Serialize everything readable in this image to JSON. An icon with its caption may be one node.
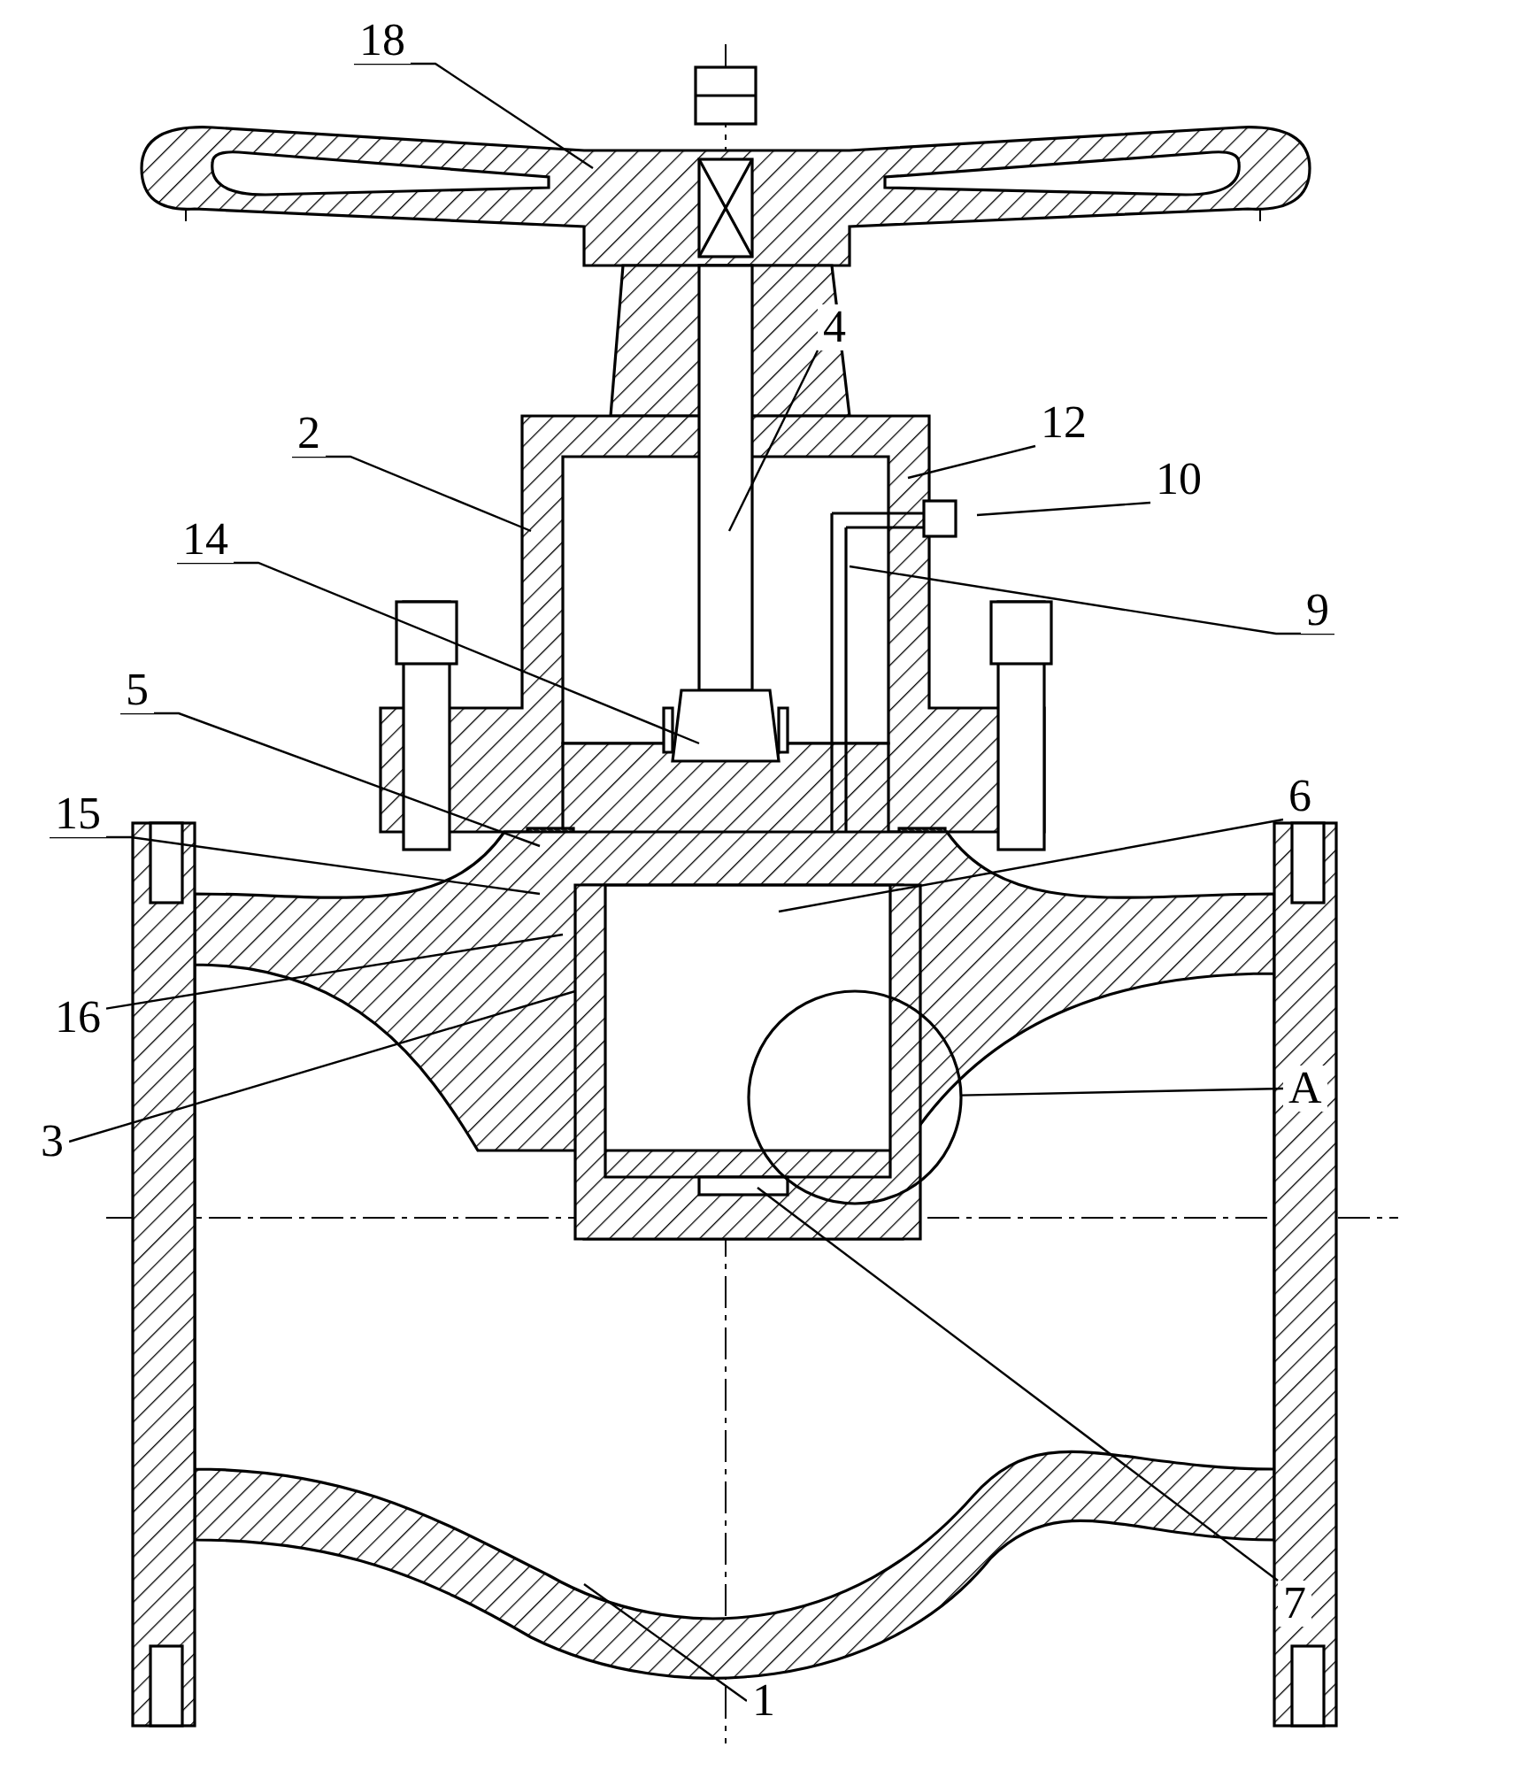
{
  "diagram": {
    "nodes": [
      {
        "text": [
          "18"
        ]
      },
      {
        "text": [
          "4"
        ]
      },
      {
        "text": [
          "2"
        ]
      },
      {
        "text": [
          "12"
        ]
      },
      {
        "text": [
          "10"
        ]
      },
      {
        "text": [
          "14"
        ]
      },
      {
        "text": [
          "9"
        ]
      },
      {
        "text": [
          "5"
        ]
      },
      {
        "text": [
          "6"
        ]
      },
      {
        "text": [
          "15"
        ]
      },
      {
        "text": [
          "16"
        ]
      },
      {
        "text": [
          "A"
        ]
      },
      {
        "text": [
          "3"
        ]
      },
      {
        "text": [
          "7"
        ]
      },
      {
        "text": [
          "1"
        ]
      },
      {
        "text": [],
        "shape": "circle"
      }
    ],
    "edges": [
      {
        "from": 0,
        "to": null,
        "arrow": "none"
      },
      {
        "from": 1,
        "to": null,
        "arrow": "none"
      },
      {
        "from": 2,
        "to": null,
        "arrow": "none"
      },
      {
        "from": 3,
        "to": null,
        "arrow": "none"
      },
      {
        "from": 4,
        "to": null,
        "arrow": "none"
      },
      {
        "from": 5,
        "to": null,
        "arrow": "none"
      },
      {
        "from": 6,
        "to": null,
        "arrow": "none"
      },
      {
        "from": 7,
        "to": null,
        "arrow": "none"
      },
      {
        "from": 8,
        "to": null,
        "arrow": "none"
      },
      {
        "from": 9,
        "to": null,
        "arrow": "none"
      },
      {
        "from": 10,
        "to": null,
        "arrow": "none"
      },
      {
        "from": 11,
        "to": 15,
        "arrow": "none"
      },
      {
        "from": 12,
        "to": null,
        "arrow": "none"
      },
      {
        "from": 13,
        "to": null,
        "arrow": "none"
      },
      {
        "from": 14,
        "to": null,
        "arrow": "none"
      }
    ]
  }
}
